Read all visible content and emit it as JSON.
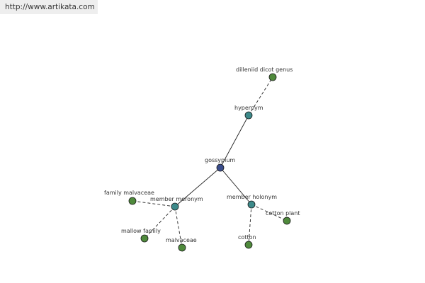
{
  "header": {
    "url": "http://www.artikata.com"
  },
  "colors": {
    "center_node": "#3a4d8c",
    "relation_node": "#3d8a8a",
    "leaf_node": "#4f8a3c",
    "node_stroke": "#1a1a1a",
    "edge": "#222222"
  },
  "graph": {
    "nodes": [
      {
        "id": "gossypium",
        "label": "gossypium",
        "kind": "center"
      },
      {
        "id": "hypernym",
        "label": "hypernym",
        "kind": "relation"
      },
      {
        "id": "member-meronym",
        "label": "member meronym",
        "kind": "relation"
      },
      {
        "id": "member-holonym",
        "label": "member holonym",
        "kind": "relation"
      },
      {
        "id": "dilleniid-dicot-genus",
        "label": "dilleniid dicot genus",
        "kind": "leaf"
      },
      {
        "id": "family-malvaceae",
        "label": "family malvaceae",
        "kind": "leaf"
      },
      {
        "id": "mallow-family",
        "label": "mallow family",
        "kind": "leaf"
      },
      {
        "id": "malvaceae",
        "label": "malvaceae",
        "kind": "leaf"
      },
      {
        "id": "cotton-plant",
        "label": "cotton plant",
        "kind": "leaf"
      },
      {
        "id": "cotton",
        "label": "cotton",
        "kind": "leaf"
      }
    ],
    "edges": [
      {
        "from": "gossypium",
        "to": "hypernym",
        "style": "solid"
      },
      {
        "from": "gossypium",
        "to": "member-meronym",
        "style": "solid"
      },
      {
        "from": "gossypium",
        "to": "member-holonym",
        "style": "solid"
      },
      {
        "from": "hypernym",
        "to": "dilleniid-dicot-genus",
        "style": "dashed"
      },
      {
        "from": "member-meronym",
        "to": "family-malvaceae",
        "style": "dashed"
      },
      {
        "from": "member-meronym",
        "to": "mallow-family",
        "style": "dashed"
      },
      {
        "from": "member-meronym",
        "to": "malvaceae",
        "style": "dashed"
      },
      {
        "from": "member-holonym",
        "to": "cotton-plant",
        "style": "dashed"
      },
      {
        "from": "member-holonym",
        "to": "cotton",
        "style": "dashed"
      }
    ]
  }
}
